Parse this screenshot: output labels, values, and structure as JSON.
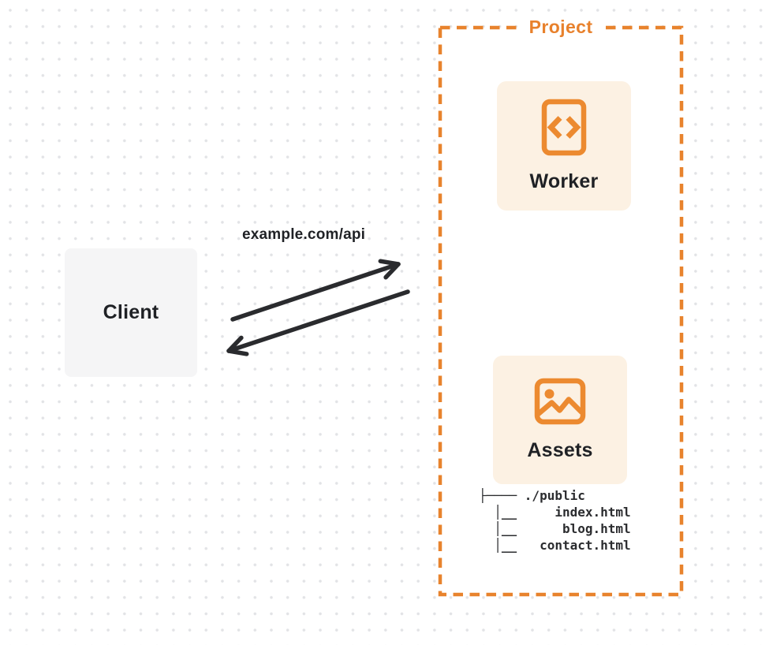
{
  "diagram": {
    "client": {
      "label": "Client"
    },
    "request": {
      "label": "example.com/api"
    },
    "project": {
      "label": "Project",
      "worker": {
        "label": "Worker",
        "icon": "code-file-icon"
      },
      "assets": {
        "label": "Assets",
        "icon": "image-icon"
      },
      "file_tree_text": "├──── ./public\n  │__     index.html\n  │__      blog.html\n  │__   contact.html",
      "file_tree": {
        "root": "./public",
        "files": [
          "index.html",
          "blog.html",
          "contact.html"
        ]
      }
    },
    "colors": {
      "accent_orange": "#E8832D",
      "panel_cream": "#FCF1E3",
      "client_fill": "#F5F5F6",
      "ink": "#1F2125",
      "arrow": "#2A2B2E",
      "dot_grid": "#E2E3E6"
    }
  }
}
